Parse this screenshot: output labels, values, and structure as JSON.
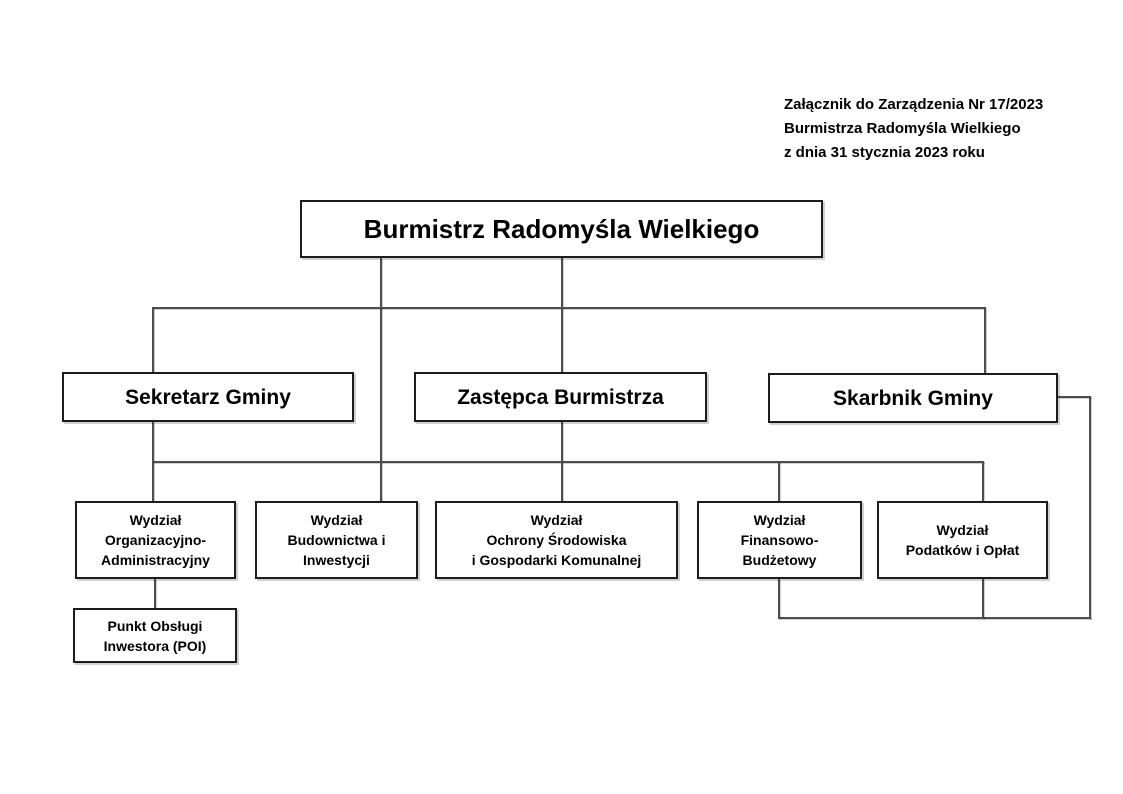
{
  "annotation": {
    "line1": "Załącznik do Zarządzenia Nr 17/2023",
    "line2": "Burmistrza Radomyśla Wielkiego",
    "line3": "z dnia 31 stycznia 2023 roku"
  },
  "org_chart": {
    "type": "organizational-chart",
    "nodes": {
      "burmistrz": {
        "label": "Burmistrz Radomyśla Wielkiego",
        "level": 1
      },
      "sekretarz": {
        "label": "Sekretarz Gminy",
        "level": 2
      },
      "zastepca": {
        "label": "Zastępca Burmistrza",
        "level": 2
      },
      "skarbnik": {
        "label": "Skarbnik Gminy",
        "level": 2
      },
      "w_org": {
        "label": "Wydział\nOrganizacyjno-\nAdministracyjny",
        "level": 3
      },
      "w_bud": {
        "label": "Wydział\nBudownictwa i\nInwestycji",
        "level": 3
      },
      "w_osr": {
        "label": "Wydział\nOchrony Środowiska\ni Gospodarki Komunalnej",
        "level": 3
      },
      "w_fin": {
        "label": "Wydział\nFinansowo-\nBudżetowy",
        "level": 3
      },
      "w_pod": {
        "label": "Wydział\nPodatków i Opłat",
        "level": 3
      },
      "poi": {
        "label": "Punkt Obsługi\nInwestora (POI)",
        "level": 4
      }
    },
    "edges": [
      {
        "from": "burmistrz",
        "to": "sekretarz"
      },
      {
        "from": "burmistrz",
        "to": "zastepca"
      },
      {
        "from": "burmistrz",
        "to": "skarbnik"
      },
      {
        "from": "sekretarz",
        "to": "w_org"
      },
      {
        "from": "burmistrz",
        "to": "w_bud"
      },
      {
        "from": "zastepca",
        "to": "w_osr"
      },
      {
        "from": "skarbnik",
        "to": "w_fin"
      },
      {
        "from": "skarbnik",
        "to": "w_pod"
      },
      {
        "from": "wydzialy_bus",
        "to": "w_org"
      },
      {
        "from": "wydzialy_bus",
        "to": "w_bud"
      },
      {
        "from": "wydzialy_bus",
        "to": "w_osr"
      },
      {
        "from": "wydzialy_bus",
        "to": "w_fin"
      },
      {
        "from": "wydzialy_bus",
        "to": "w_pod"
      },
      {
        "from": "w_org",
        "to": "poi"
      }
    ],
    "colors": {
      "background": "#ffffff",
      "box_border": "#1c1c1c",
      "connector": "#4d4d4d",
      "text": "#000000"
    }
  }
}
